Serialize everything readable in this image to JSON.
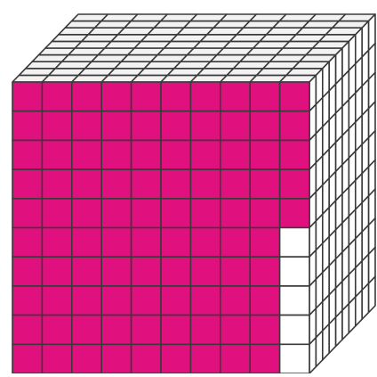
{
  "cube": {
    "grid_size": 10,
    "faces": [
      "top",
      "side",
      "front"
    ],
    "colors": {
      "shaded": "#e0107e",
      "unshaded": "#ffffff",
      "grid_line": "#3a3a3a",
      "top_face": "#f2f2f2",
      "side_face": "#ffffff"
    },
    "front_face": {
      "shaded_full_rows": 5,
      "shaded_columns_in_lower_rows": 9,
      "unshaded_columns_in_lower_rows": 1,
      "shaded_cells": 95,
      "unshaded_cells": 5
    }
  }
}
